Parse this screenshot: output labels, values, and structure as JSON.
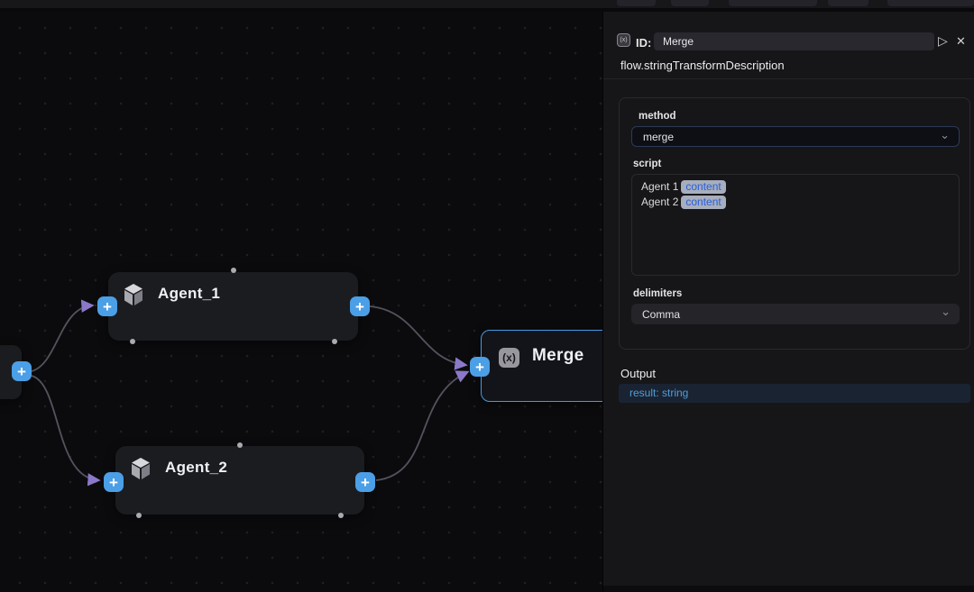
{
  "icons": {
    "plus": "+",
    "chevron_down": "⌄",
    "play": "▷",
    "close": "✕",
    "fx": "(x)"
  },
  "canvas": {
    "nodes": {
      "agent1": {
        "title": "Agent_1"
      },
      "agent2": {
        "title": "Agent_2"
      },
      "merge": {
        "title": "Merge",
        "icon_text": "(x)",
        "selected": true
      }
    }
  },
  "panel": {
    "header": {
      "icon_text": "(x)",
      "id_label": "ID:",
      "id_value": "Merge"
    },
    "description": "flow.stringTransformDescription",
    "fields": {
      "method": {
        "label": "method",
        "value": "merge"
      },
      "script": {
        "label": "script",
        "lines": [
          {
            "text": "Agent 1",
            "chip": "content"
          },
          {
            "text": "Agent 2",
            "chip": "content"
          }
        ]
      },
      "delimiters": {
        "label": "delimiters",
        "value": "Comma"
      }
    },
    "output": {
      "label": "Output",
      "value": "result: string"
    }
  },
  "colors": {
    "accent_blue": "#4b9fe6",
    "selection_border": "#459ae4",
    "edge_gray": "#53535e",
    "arrow_purple": "#8b78c9",
    "chip_bg": "#a7aebd",
    "chip_text": "#2a5fd9",
    "output_text": "#4f9fdb"
  }
}
